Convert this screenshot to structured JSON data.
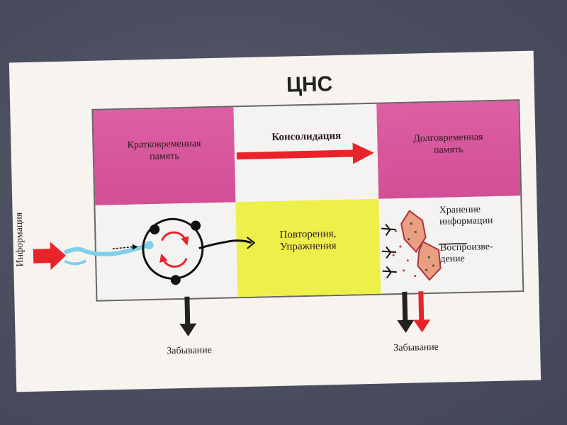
{
  "title": "ЦНС",
  "short_term": {
    "line1": "Кратковременная",
    "line2": "память"
  },
  "long_term": {
    "line1": "Долговременная",
    "line2": "память"
  },
  "consolidation": "Консолидация",
  "rehearsal": {
    "line1": "Повторения,",
    "line2": "Упражнения"
  },
  "information": "Информация",
  "storage": {
    "line1": "Хранение",
    "line2": "информации"
  },
  "retrieval": {
    "line1": "Воспроизве-",
    "line2": "дение"
  },
  "forgetting_left": "Забывание",
  "forgetting_right": "Забывание",
  "colors": {
    "pink": "#d9559c",
    "yellow": "#eef04a",
    "arrow_red": "#e8242a",
    "neuron_blue": "#7fd0ea"
  }
}
